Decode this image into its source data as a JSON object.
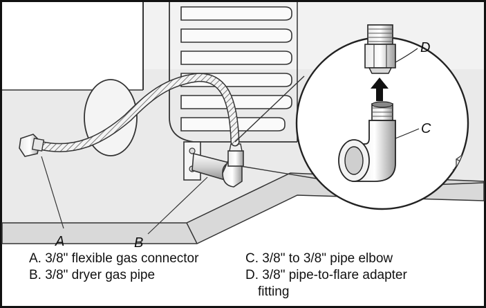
{
  "diagram": {
    "callouts": {
      "a": "A",
      "b": "B",
      "c": "C",
      "d": "D"
    },
    "captions": {
      "a": "A. 3/8\" flexible gas connector",
      "b": "B. 3/8\" dryer gas pipe",
      "c": "C. 3/8\" to 3/8\" pipe elbow",
      "d_line1": "D. 3/8\" pipe-to-flare adapter",
      "d_line2": "fitting"
    }
  }
}
